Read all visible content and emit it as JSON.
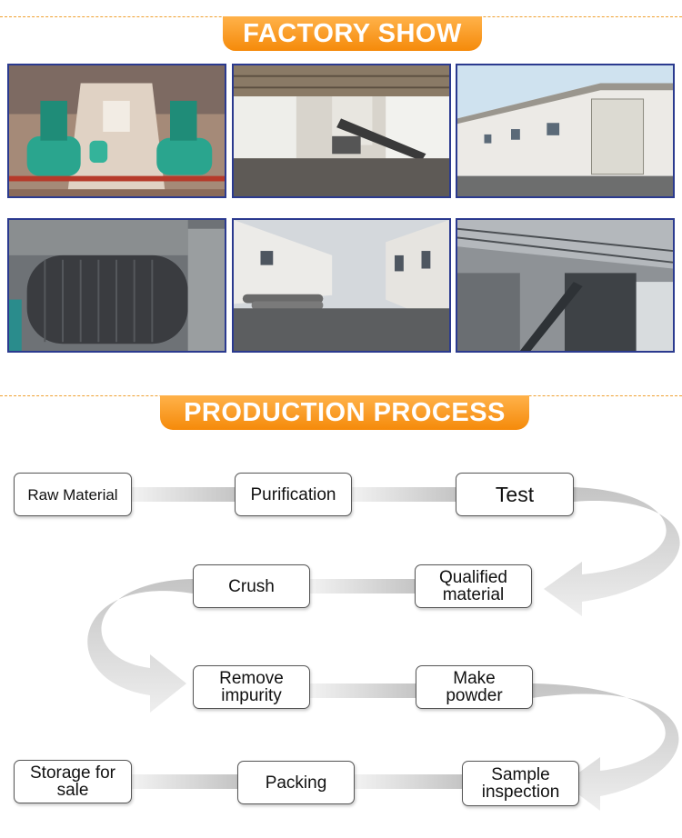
{
  "sections": {
    "factory_title": "FACTORY SHOW",
    "process_title": "PRODUCTION PROCESS"
  },
  "photos": [
    {
      "subject": "reactor-hall"
    },
    {
      "subject": "warehouse-conveyor"
    },
    {
      "subject": "white-building"
    },
    {
      "subject": "rotary-drum"
    },
    {
      "subject": "factory-yard-pipes"
    },
    {
      "subject": "steel-frame-tower"
    }
  ],
  "process": {
    "steps": [
      "Raw Material",
      "Purification",
      "Test",
      "Qualified\nmaterial",
      "Crush",
      "Remove\nimpurity",
      "Make\npowder",
      "Sample\ninspection",
      "Packing",
      "Storage for\nsale"
    ]
  },
  "colors": {
    "banner_orange": "#f58a0a",
    "dashed_line": "#f0a030",
    "photo_border": "#2b3a8f",
    "arrow_gray": "#c8c8c8"
  }
}
